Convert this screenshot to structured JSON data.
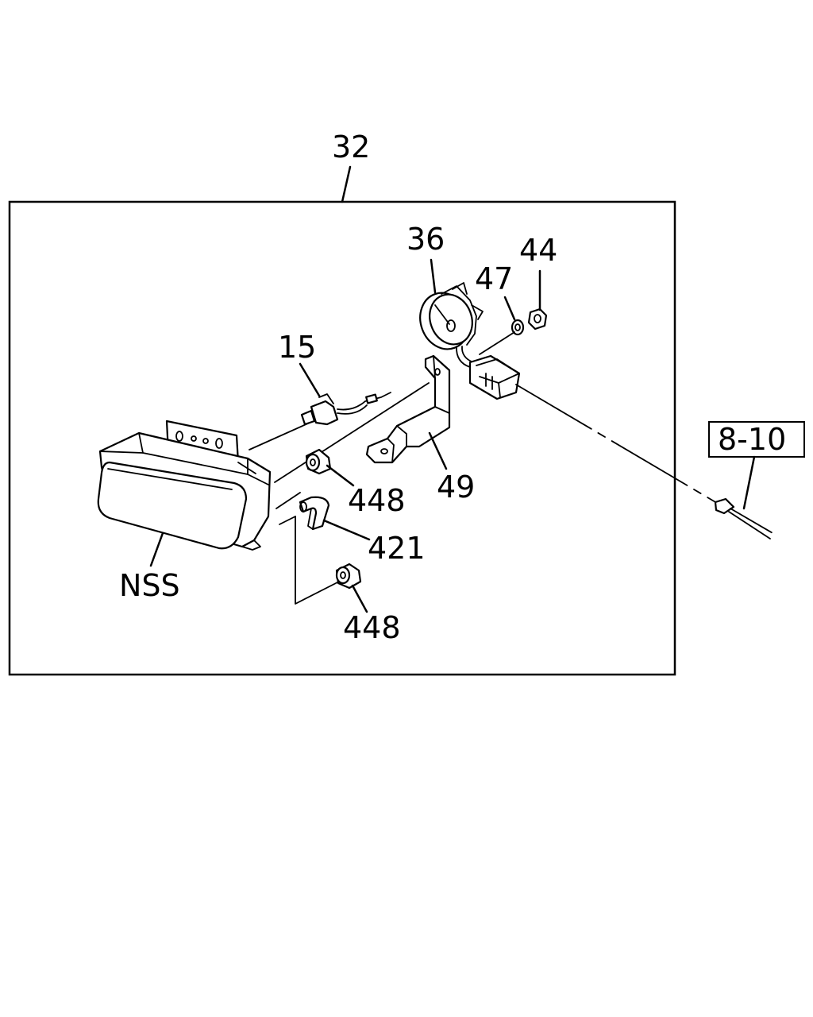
{
  "labels": {
    "assembly": "32",
    "bulb": "15",
    "socket": "36",
    "washer": "47",
    "nut": "44",
    "bracket": "49",
    "bushing_upper": "448",
    "clip": "421",
    "bushing_lower": "448",
    "lamp": "NSS",
    "harness_ref": "8-10"
  }
}
